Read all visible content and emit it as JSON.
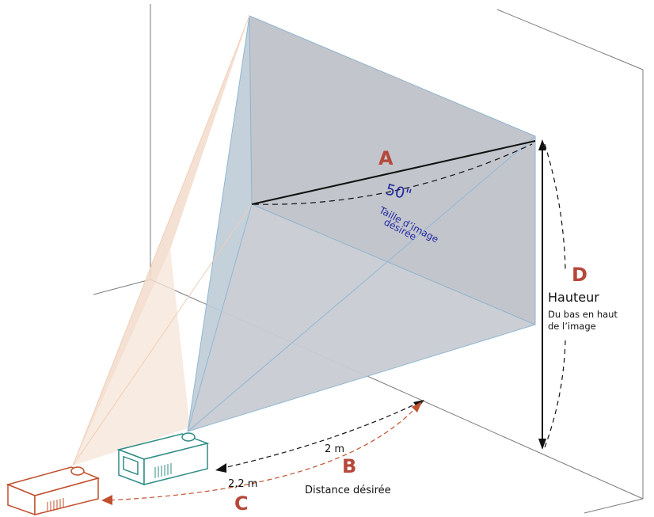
{
  "labels": {
    "a": "A",
    "size": "50\"",
    "size_caption_line1": "Taille d’image",
    "size_caption_line2": "désirée",
    "b": "B",
    "distance_near": "2 m",
    "distance_caption": "Distance désirée",
    "c": "C",
    "distance_far": "2,2 m",
    "d": "D",
    "height_title": "Hauteur",
    "height_caption_line1": "Du bas en haut",
    "height_caption_line2": "de l’image"
  },
  "colors": {
    "accent_red": "#b5483a",
    "text_blue": "#1f2aa0",
    "screen_fill": "#c9cbd2",
    "beam_near": "#a9c6d8",
    "beam_far": "#f1d8c6",
    "projector_near": "#2f8c86",
    "projector_far": "#c0502e"
  }
}
